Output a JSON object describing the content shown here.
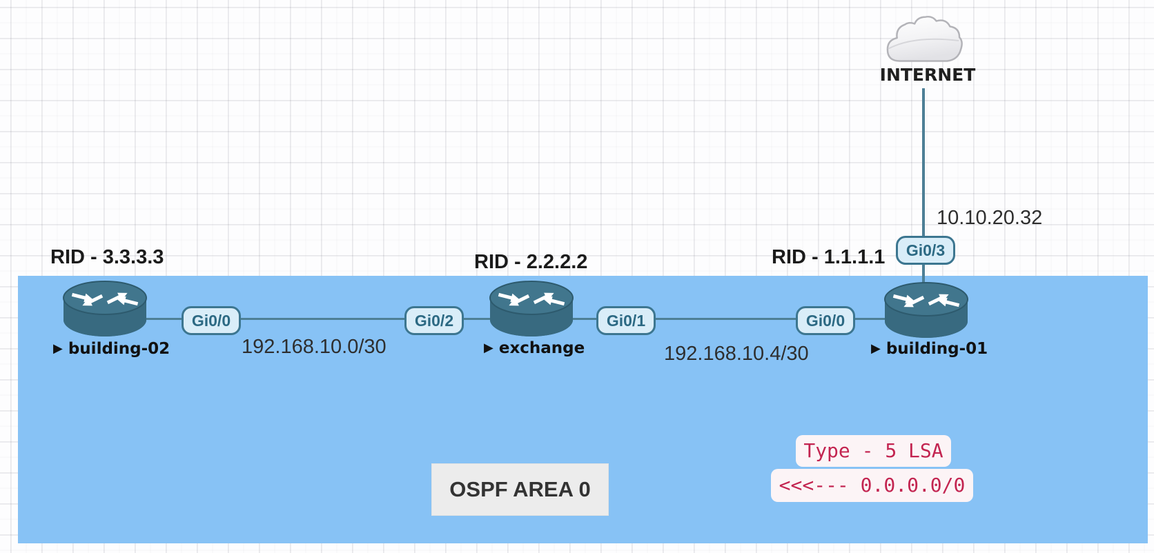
{
  "area": {
    "label": "OSPF AREA 0",
    "fill_color": "#87c2f5",
    "label_box_color": "#ececec"
  },
  "internet": {
    "label": "INTERNET",
    "uplink_interface": "Gi0/3",
    "uplink_ip": "10.10.20.32"
  },
  "nodes": [
    {
      "name": "building-02",
      "rid": "RID - 3.3.3.3"
    },
    {
      "name": "exchange",
      "rid": "RID - 2.2.2.2"
    },
    {
      "name": "building-01",
      "rid": "RID - 1.1.1.1"
    }
  ],
  "links": [
    {
      "subnet": "192.168.10.0/30",
      "if_a": "Gi0/0",
      "if_b": "Gi0/2"
    },
    {
      "subnet": "192.168.10.4/30",
      "if_a": "Gi0/1",
      "if_b": "Gi0/0"
    }
  ],
  "annotations": {
    "lsa_type": "Type - 5 LSA",
    "default_route": "<<<--- 0.0.0.0/0",
    "text_color": "#c32450",
    "bg_color": "#fcf4f6"
  },
  "icons": {
    "node_marker": "▶"
  },
  "colors": {
    "link_line": "#4d7f96",
    "router_body": "#386a80",
    "router_top": "#41768d",
    "pill_bg": "#d9edf8",
    "pill_border": "#3c7690",
    "pill_text": "#2c6983"
  }
}
